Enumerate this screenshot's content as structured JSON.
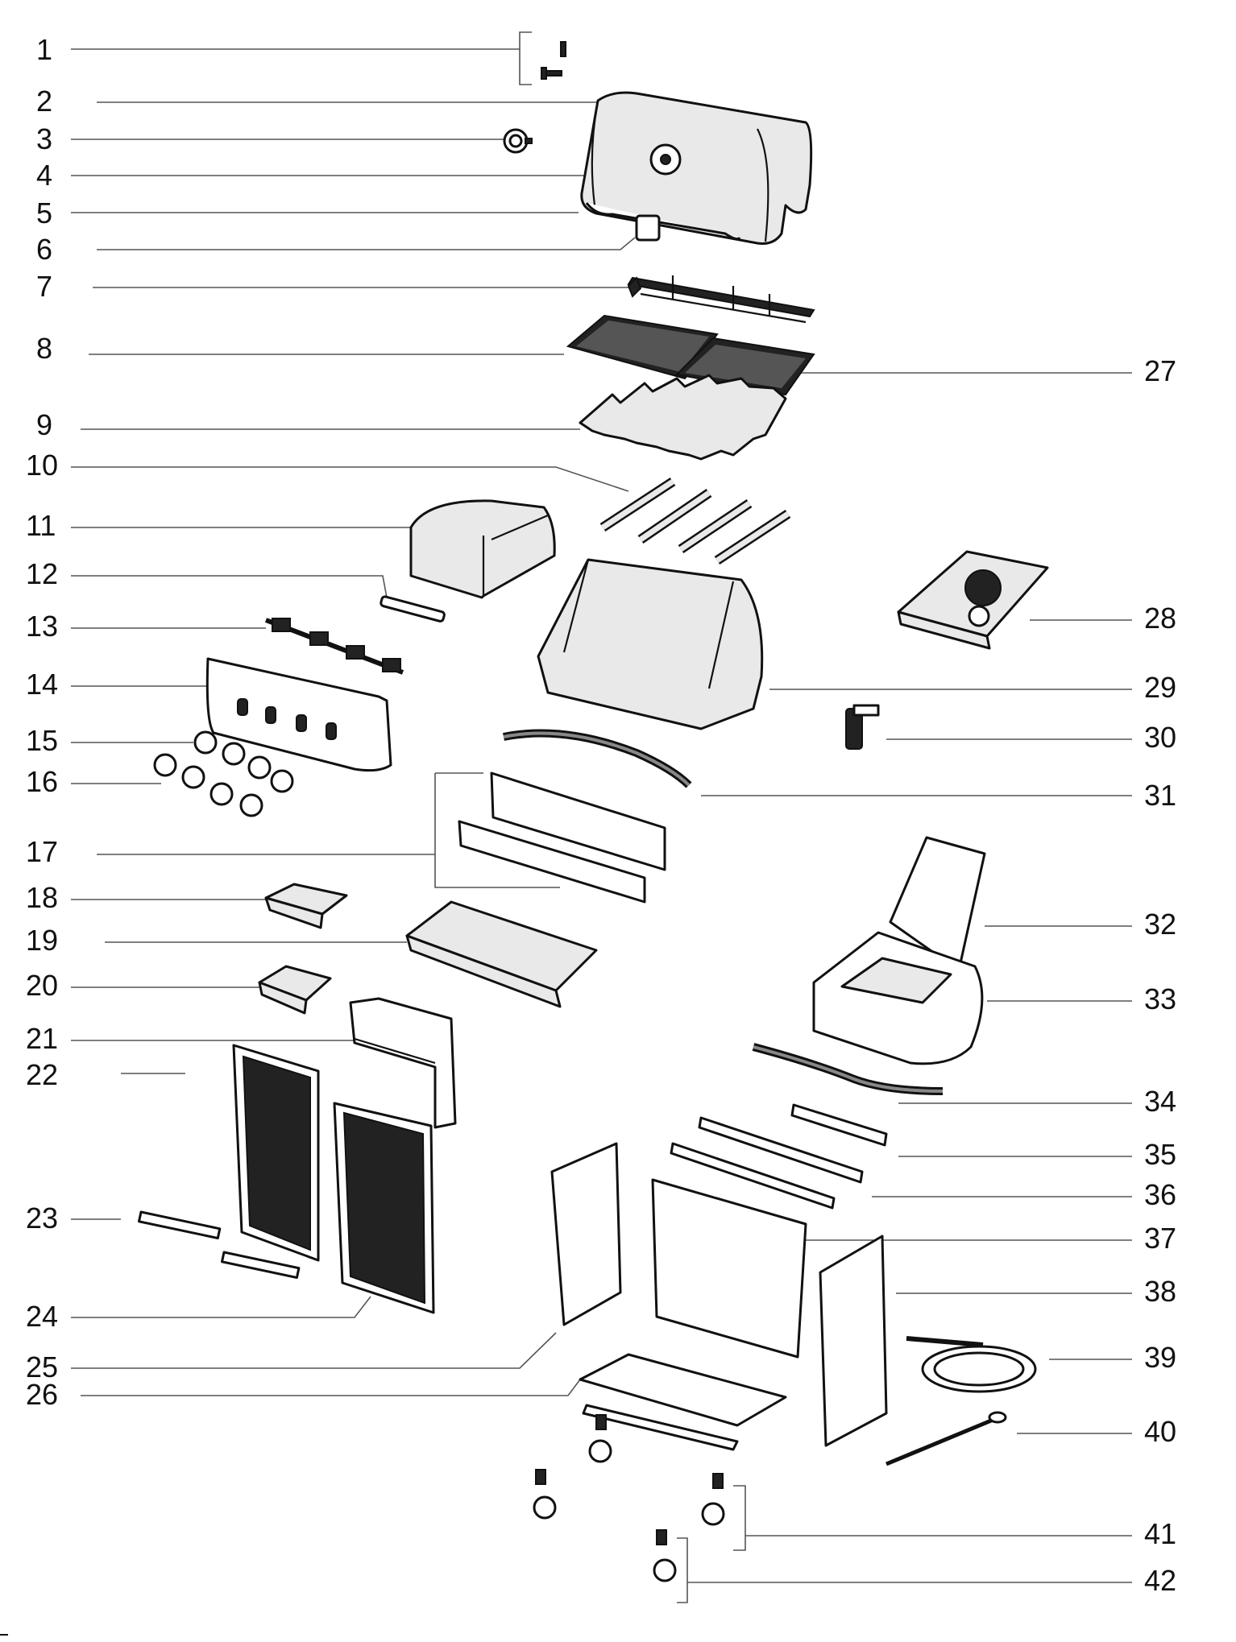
{
  "labels": {
    "l1": "1",
    "l2": "2",
    "l3": "3",
    "l4": "4",
    "l5": "5",
    "l6": "6",
    "l7": "7",
    "l8": "8",
    "l9": "9",
    "l10": "10",
    "l11": "11",
    "l12": "12",
    "l13": "13",
    "l14": "14",
    "l15": "15",
    "l16": "16",
    "l17": "17",
    "l18": "18",
    "l19": "19",
    "l20": "20",
    "l21": "21",
    "l22": "22",
    "l23": "23",
    "l24": "24",
    "l25": "25",
    "l26": "26",
    "l27": "27",
    "l28": "28",
    "l29": "29",
    "l30": "30",
    "l31": "31",
    "l32": "32",
    "l33": "33",
    "l34": "34",
    "l35": "35",
    "l36": "36",
    "l37": "37",
    "l38": "38",
    "l39": "39",
    "l40": "40",
    "l41": "41",
    "l42": "42"
  },
  "colors": {
    "ink": "#111111",
    "leader": "#555555",
    "fill": "#e9e9e9"
  }
}
